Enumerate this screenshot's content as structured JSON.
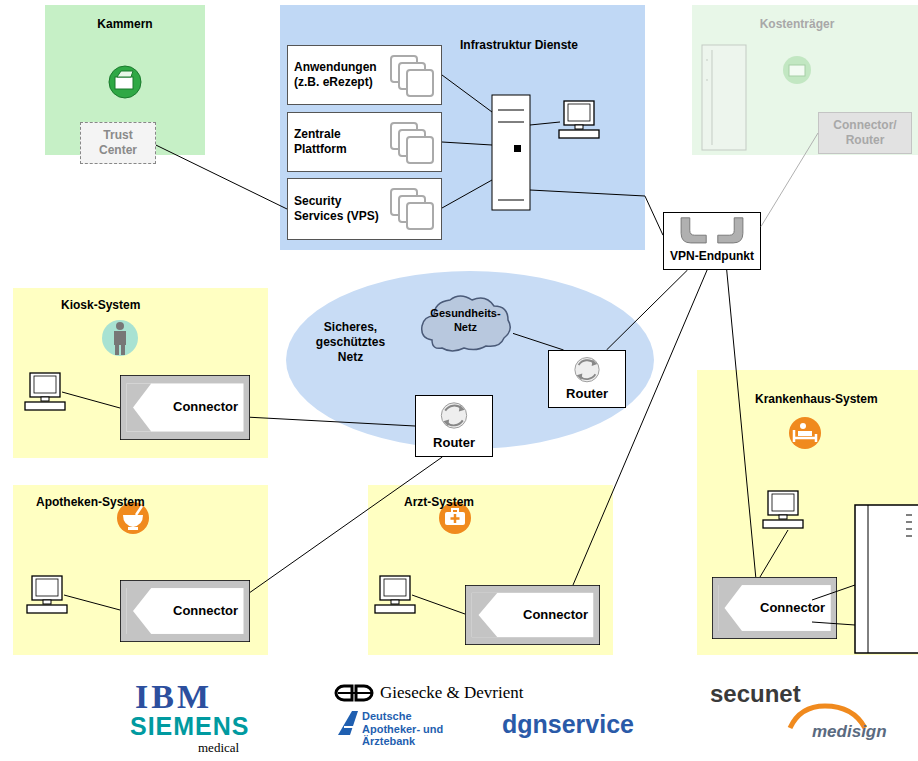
{
  "diagram": {
    "nodes": [
      {
        "text": [
          "Kammern"
        ]
      },
      {
        "text": [
          "Trust Center"
        ],
        "in": 0
      },
      {
        "text": [
          "Infrastruktur Dienste"
        ]
      },
      {
        "text": [
          "Anwendungen (z.B. eRezept)"
        ],
        "in": 2
      },
      {
        "text": [
          "Zentrale Plattform"
        ],
        "in": 2
      },
      {
        "text": [
          "Security Services (VPS)"
        ],
        "in": 2
      },
      {
        "text": [
          "Kostenträger"
        ]
      },
      {
        "text": [
          "Connector/ Router"
        ],
        "in": 6
      },
      {
        "text": [
          "VPN-Endpunkt"
        ]
      },
      {
        "text": [
          "Sicheres, geschütztes Netz"
        ]
      },
      {
        "text": [
          "Gesundheits- Netz"
        ],
        "in": 9
      },
      {
        "text": [
          "Router"
        ],
        "in": 9
      },
      {
        "text": [
          "Router"
        ],
        "in": 9
      },
      {
        "text": [
          "Kiosk-System"
        ]
      },
      {
        "text": [
          "Connector"
        ],
        "in": 13
      },
      {
        "text": [
          "Apotheken-System"
        ]
      },
      {
        "text": [
          "Connector"
        ],
        "in": 15
      },
      {
        "text": [
          "Arzt-System"
        ]
      },
      {
        "text": [
          "Connector"
        ],
        "in": 17
      },
      {
        "text": [
          "Krankenhaus-System"
        ]
      },
      {
        "text": [
          "Connector"
        ],
        "in": 19
      }
    ],
    "edges": [
      {
        "from": 1,
        "to": 5,
        "arrow": "none"
      },
      {
        "from": 2,
        "to": 8,
        "arrow": "none"
      },
      {
        "from": 7,
        "to": 8,
        "arrow": "none"
      },
      {
        "from": 8,
        "to": 11,
        "arrow": "none"
      },
      {
        "from": 8,
        "to": 18,
        "arrow": "none"
      },
      {
        "from": 8,
        "to": 20,
        "arrow": "none"
      },
      {
        "from": 11,
        "to": 10,
        "arrow": "none"
      },
      {
        "from": 12,
        "to": 14,
        "arrow": "none"
      },
      {
        "from": 12,
        "to": 16,
        "arrow": "none"
      }
    ],
    "labels": [
      "IBM",
      "Giesecke & Devrient",
      "secunet",
      "SIEMENS",
      "medical",
      "Deutsche Apotheker- und Ärztebank",
      "dgnservice",
      "medisign"
    ]
  }
}
